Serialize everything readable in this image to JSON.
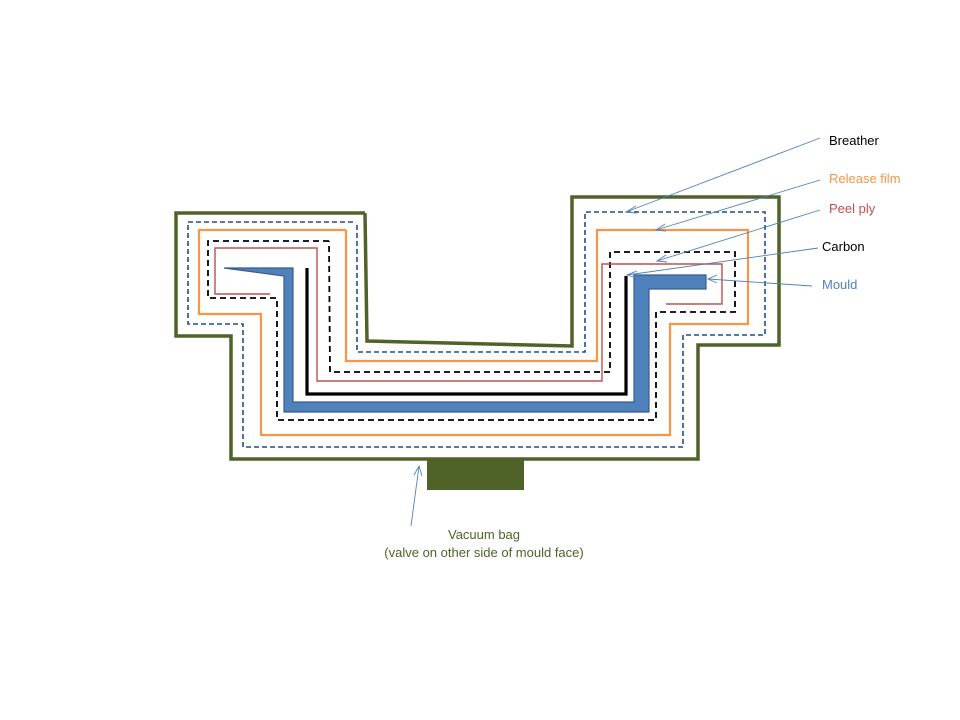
{
  "labels": {
    "breather": {
      "text": "Breather",
      "color": "#000000"
    },
    "release_film": {
      "text": "Release film",
      "color": "#f79646"
    },
    "peel_ply": {
      "text": "Peel ply",
      "color": "#c0504d"
    },
    "carbon": {
      "text": "Carbon",
      "color": "#000000"
    },
    "mould": {
      "text": "Mould",
      "color": "#4f81bd"
    },
    "vacuum_bag_line1": {
      "text": "Vacuum bag",
      "color": "#4f6228"
    },
    "vacuum_bag_line2": {
      "text": "(valve on  other side of mould face)",
      "color": "#4f6228"
    }
  },
  "colors": {
    "vacuum_bag": "#4f6228",
    "breather": "#1f4e8c",
    "release_film": "#f79646",
    "peel_ply": "#c0504d",
    "carbon": "#000000",
    "mould_fill": "#4f81bd",
    "mould_stroke": "#385d8a",
    "leader_line": "#4f81bd"
  }
}
